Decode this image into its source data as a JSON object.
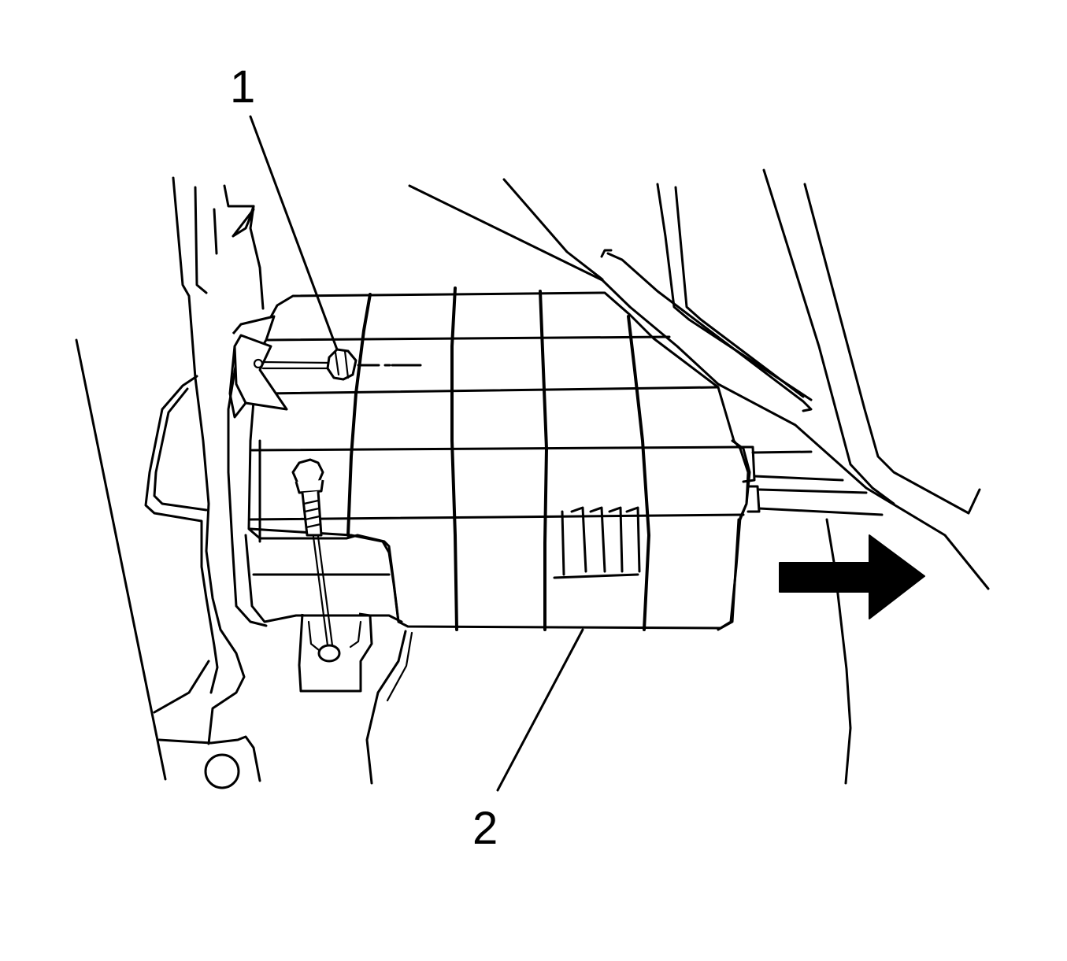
{
  "callouts": [
    {
      "id": "1",
      "label": "1",
      "target": "mounting-nut"
    },
    {
      "id": "2",
      "label": "2",
      "target": "evap-canister"
    }
  ],
  "direction_arrow": {
    "icon": "arrow-right-icon",
    "meaning": "vehicle-forward"
  },
  "colors": {
    "line": "#000000",
    "background": "#ffffff"
  }
}
